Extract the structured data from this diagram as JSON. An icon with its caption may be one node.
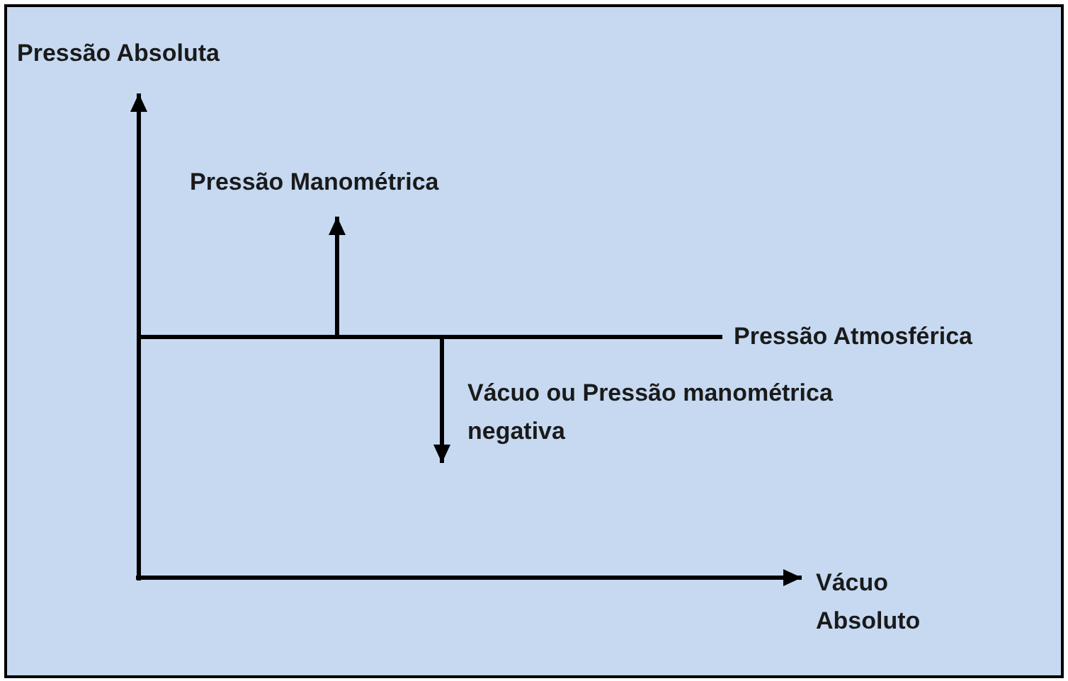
{
  "diagram": {
    "labels": [
      "Pressão Absoluta",
      "Pressão Manométrica",
      "Pressão Atmosférica",
      "Vácuo ou Pressão manométrica negativa",
      "Vácuo Absoluto"
    ]
  }
}
